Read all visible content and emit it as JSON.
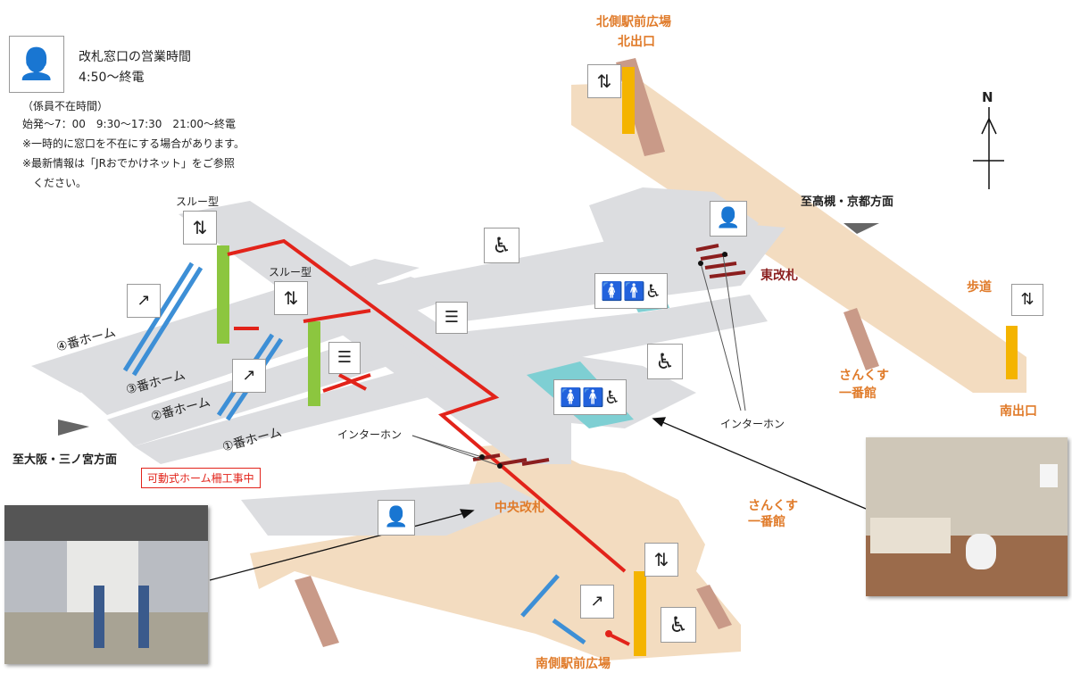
{
  "ticket_window": {
    "title": "改札窓口の営業時間",
    "hours": "4:50～終電",
    "unmanned_label": "（係員不在時間）",
    "unmanned_hours": "始発～7：00　9:30～17:30　21:00～終電",
    "note1": "※一時的に窓口を不在にする場合があります。",
    "note2": "※最新情報は「JRおでかけネット」をご参照",
    "note3": "　ください。"
  },
  "labels": {
    "north_plaza": "北側駅前広場",
    "north_exit": "北出口",
    "east_gate": "東改札",
    "central_gate": "中央改札",
    "south_plaza": "南側駅前広場",
    "south_exit": "南出口",
    "sidewalk": "歩道",
    "sankusu_1": "さんくす",
    "sankusu_1b": "一番館",
    "sankusu_2": "さんくす",
    "sankusu_2b": "一番館",
    "dir_east": "至高槻・京都方面",
    "dir_west": "至大阪・三ノ宮方面",
    "through_1": "スルー型",
    "through_2": "スルー型",
    "intercom_1": "インターホン",
    "intercom_2": "インターホン",
    "platform_1": "①番ホーム",
    "platform_2": "②番ホーム",
    "platform_3": "③番ホーム",
    "platform_4": "④番ホーム",
    "construction": "可動式ホーム柵工事中",
    "compass": "N"
  },
  "icons": [
    "station-staff-icon",
    "elevator-icon",
    "escalator-icon",
    "wheelchair-icon",
    "restroom-icon",
    "ticket-window-icon",
    "ticket-gate-icon",
    "compass-icon"
  ],
  "colors": {
    "route": "#e2231a",
    "concourse": "#f3dcc0",
    "platform": "#dcdde0",
    "stairs": "#c99a88",
    "elevator": "#f4b400",
    "pillar_green": "#8cc63f",
    "escalator": "#3d8fd6",
    "toilet_area": "#7ecfd3",
    "label_orange": "#e07b2a",
    "gate_red": "#8b1e1e"
  }
}
